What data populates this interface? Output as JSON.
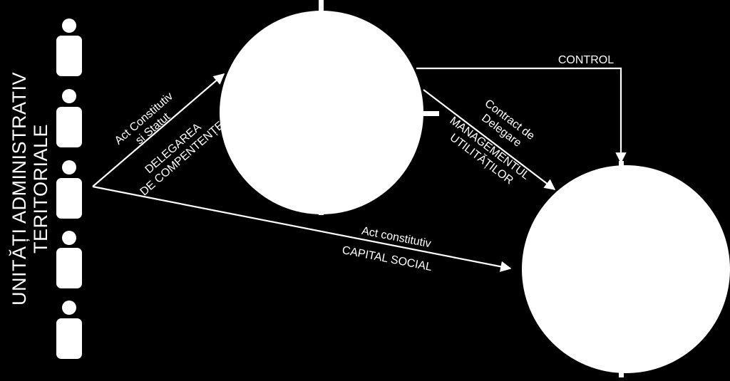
{
  "side_title": {
    "line1": "UNITĂȚI ADMINISTRATIV",
    "line2": "TERITORIALE"
  },
  "people_icons": [
    "person-icon",
    "person-icon",
    "person-icon",
    "person-icon",
    "person-icon"
  ],
  "edges": {
    "act_constitutiv_statut_line1": "Act Constitutiv",
    "act_constitutiv_statut_line2": "și Statut",
    "delegarea_line1": "DELEGAREA",
    "delegarea_line2": "DE COMPENTENȚE",
    "contract_line1": "Contract de",
    "contract_line2": "Delegare",
    "management_line1": "MANAGEMENTUL",
    "management_line2": "UTILITĂȚILOR",
    "control": "CONTROL",
    "act_constitutiv_capital": "Act constitutiv",
    "capital_social": "CAPITAL SOCIAL"
  },
  "colors": {
    "background": "#000000",
    "foreground": "#ffffff"
  }
}
